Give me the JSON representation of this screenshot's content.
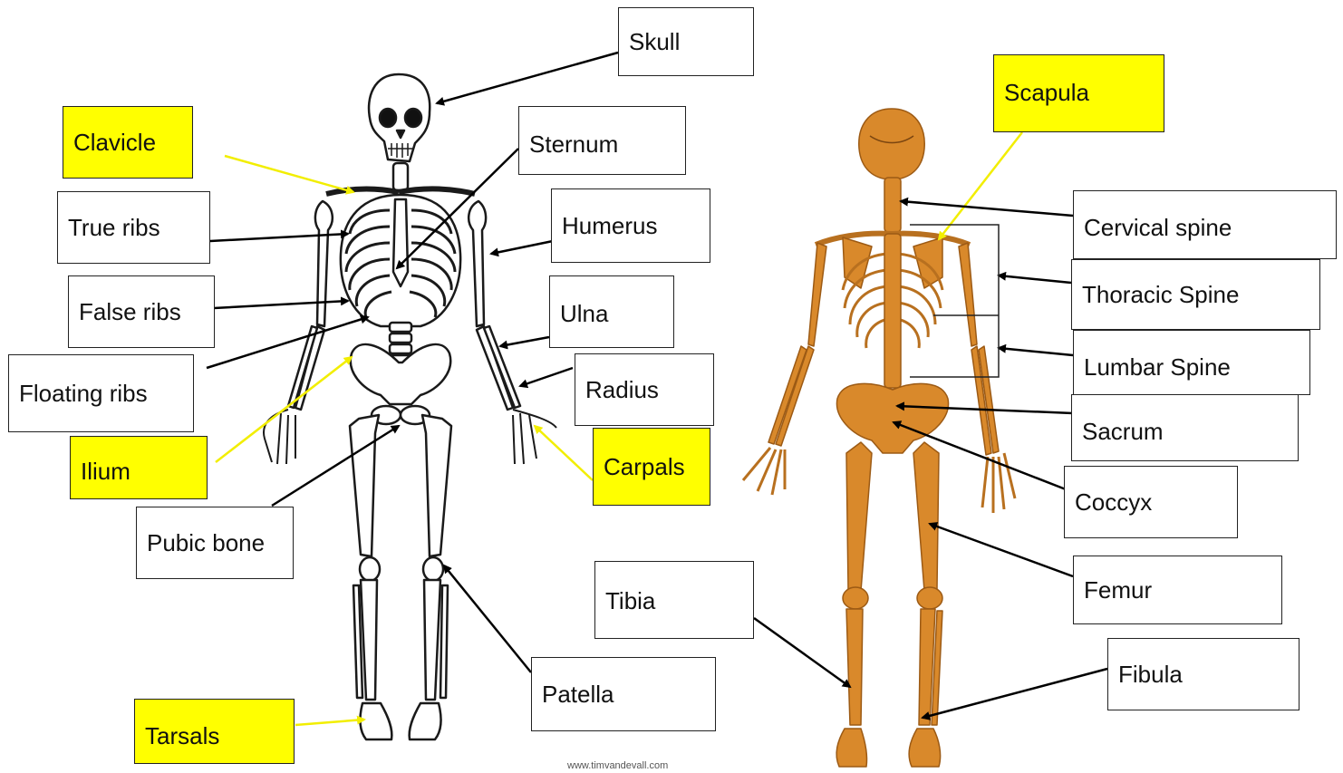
{
  "labels": {
    "skull": "Skull",
    "scapula": "Scapula",
    "clavicle": "Clavicle",
    "sternum": "Sternum",
    "true_ribs": "True ribs",
    "humerus": "Humerus",
    "cervical_spine": "Cervical spine",
    "false_ribs": "False ribs",
    "ulna": "Ulna",
    "thoracic_spine": "Thoracic Spine",
    "floating_ribs": "Floating ribs",
    "radius": "Radius",
    "lumbar_spine": "Lumbar Spine",
    "sacrum": "Sacrum",
    "ilium": "Ilium",
    "carpals": "Carpals",
    "coccyx": "Coccyx",
    "pubic_bone": "Pubic bone",
    "tibia": "Tibia",
    "femur": "Femur",
    "patella": "Patella",
    "fibula": "Fibula",
    "tarsals": "Tarsals"
  },
  "credit": "www.timvandevall.com",
  "colors": {
    "highlight": "#ffff00",
    "pointer_black": "#000000",
    "pointer_yellow": "#f2ee00",
    "bone_outline": "#1a1a1a",
    "bone_back": "#d9892b"
  }
}
